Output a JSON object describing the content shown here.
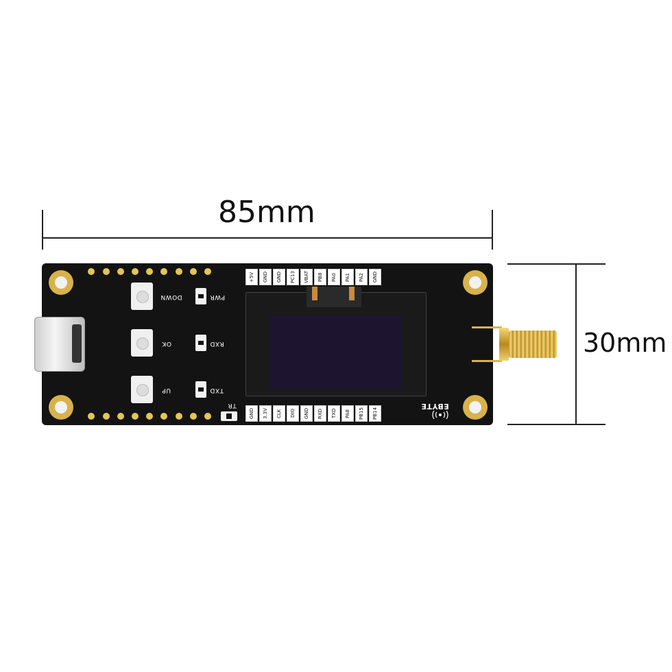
{
  "dimensions": {
    "width_label": "85mm",
    "height_label": "30mm"
  },
  "board": {
    "top_pins": [
      "+5V",
      "GND",
      "GND",
      "PC13",
      "VBAT",
      "PB8",
      "PA0",
      "PA1",
      "PA2",
      "GND"
    ],
    "bottom_pins": [
      "GND",
      "3.3V",
      "CLK",
      "DIO",
      "GND",
      "RXD",
      "TXD",
      "PA8",
      "PB15",
      "PB14"
    ],
    "buttons": [
      "DOWN",
      "OK",
      "UP"
    ],
    "leds": [
      "PWR",
      "RXD",
      "TXD"
    ],
    "tr_label": "TR",
    "brand": "EBYTE"
  },
  "colors": {
    "board": "#111111",
    "gold": "#d8b24a",
    "screen": "#1d1530"
  }
}
